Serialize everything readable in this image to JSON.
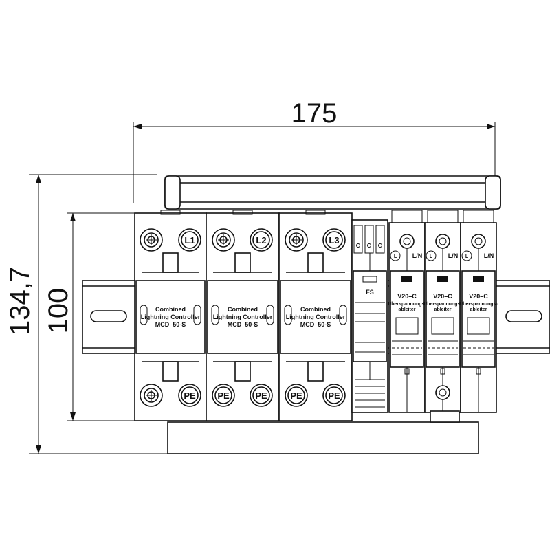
{
  "dimensions": {
    "width": "175",
    "overall_height": "134,7",
    "module_height": "100"
  },
  "combined_modules": [
    {
      "top_left_symbol": "screw-terminal",
      "top_right": "L1",
      "bottom_left_symbol": "screw-terminal",
      "bottom_right": "PE"
    },
    {
      "top_left_symbol": "screw-terminal",
      "top_right": "L2",
      "bottom_left": "PE",
      "bottom_right": "PE"
    },
    {
      "top_left_symbol": "screw-terminal",
      "top_right": "L3",
      "bottom_left": "PE",
      "bottom_right": "PE"
    }
  ],
  "combined_label": [
    "Combined",
    "Lightning Controller",
    "MCD_50-S"
  ],
  "fs_module": {
    "label": "FS"
  },
  "surge_modules": [
    {
      "top_l": "L",
      "top_ln": "L/N",
      "name": "V20–C",
      "desc": [
        "Überspannungs-",
        "ableiter"
      ],
      "bottom_screw": false
    },
    {
      "top_l": "L",
      "top_ln": "L/N",
      "name": "V20–C",
      "desc": [
        "Überspannungs-",
        "ableiter"
      ],
      "bottom_screw": true
    },
    {
      "top_l": "L",
      "top_ln": "L/N",
      "name": "V20–C",
      "desc": [
        "Überspannungs-",
        "ableiter"
      ],
      "bottom_screw": false
    }
  ]
}
